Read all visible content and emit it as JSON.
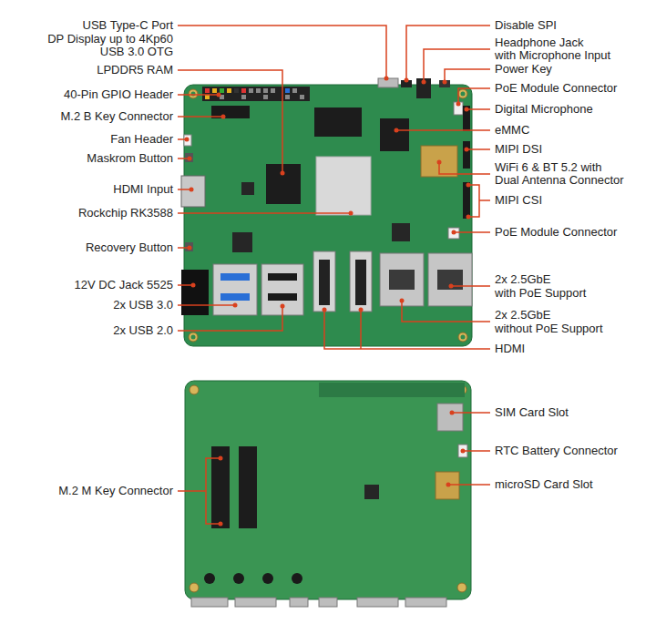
{
  "diagram": {
    "labels": [
      "USB Type-C Port",
      "DP Display up to 4Kp60",
      "USB 3.0 OTG",
      "LPDDR5 RAM",
      "40-Pin GPIO Header",
      "M.2 B Key Connector",
      "Fan Header",
      "Maskrom Button",
      "HDMI Input",
      "Rockchip RK3588",
      "Recovery Button",
      "12V DC Jack 5525",
      "2x USB 3.0",
      "2x USB 2.0",
      "Disable SPI",
      "Headphone Jack",
      "with Microphone Input",
      "Power Key",
      "PoE Module Connector",
      "Digital Microphone",
      "eMMC",
      "MIPI DSI",
      "WiFi 6 & BT 5.2 with",
      "Dual Antenna Connector",
      "MIPI CSI",
      "PoE Module Connector",
      "2x 2.5GbE",
      "with PoE Support",
      "2x 2.5GbE",
      "without PoE Support",
      "HDMI",
      "SIM Card Slot",
      "RTC Battery Connector",
      "microSD Card Slot",
      "M.2 M Key Connector"
    ]
  }
}
